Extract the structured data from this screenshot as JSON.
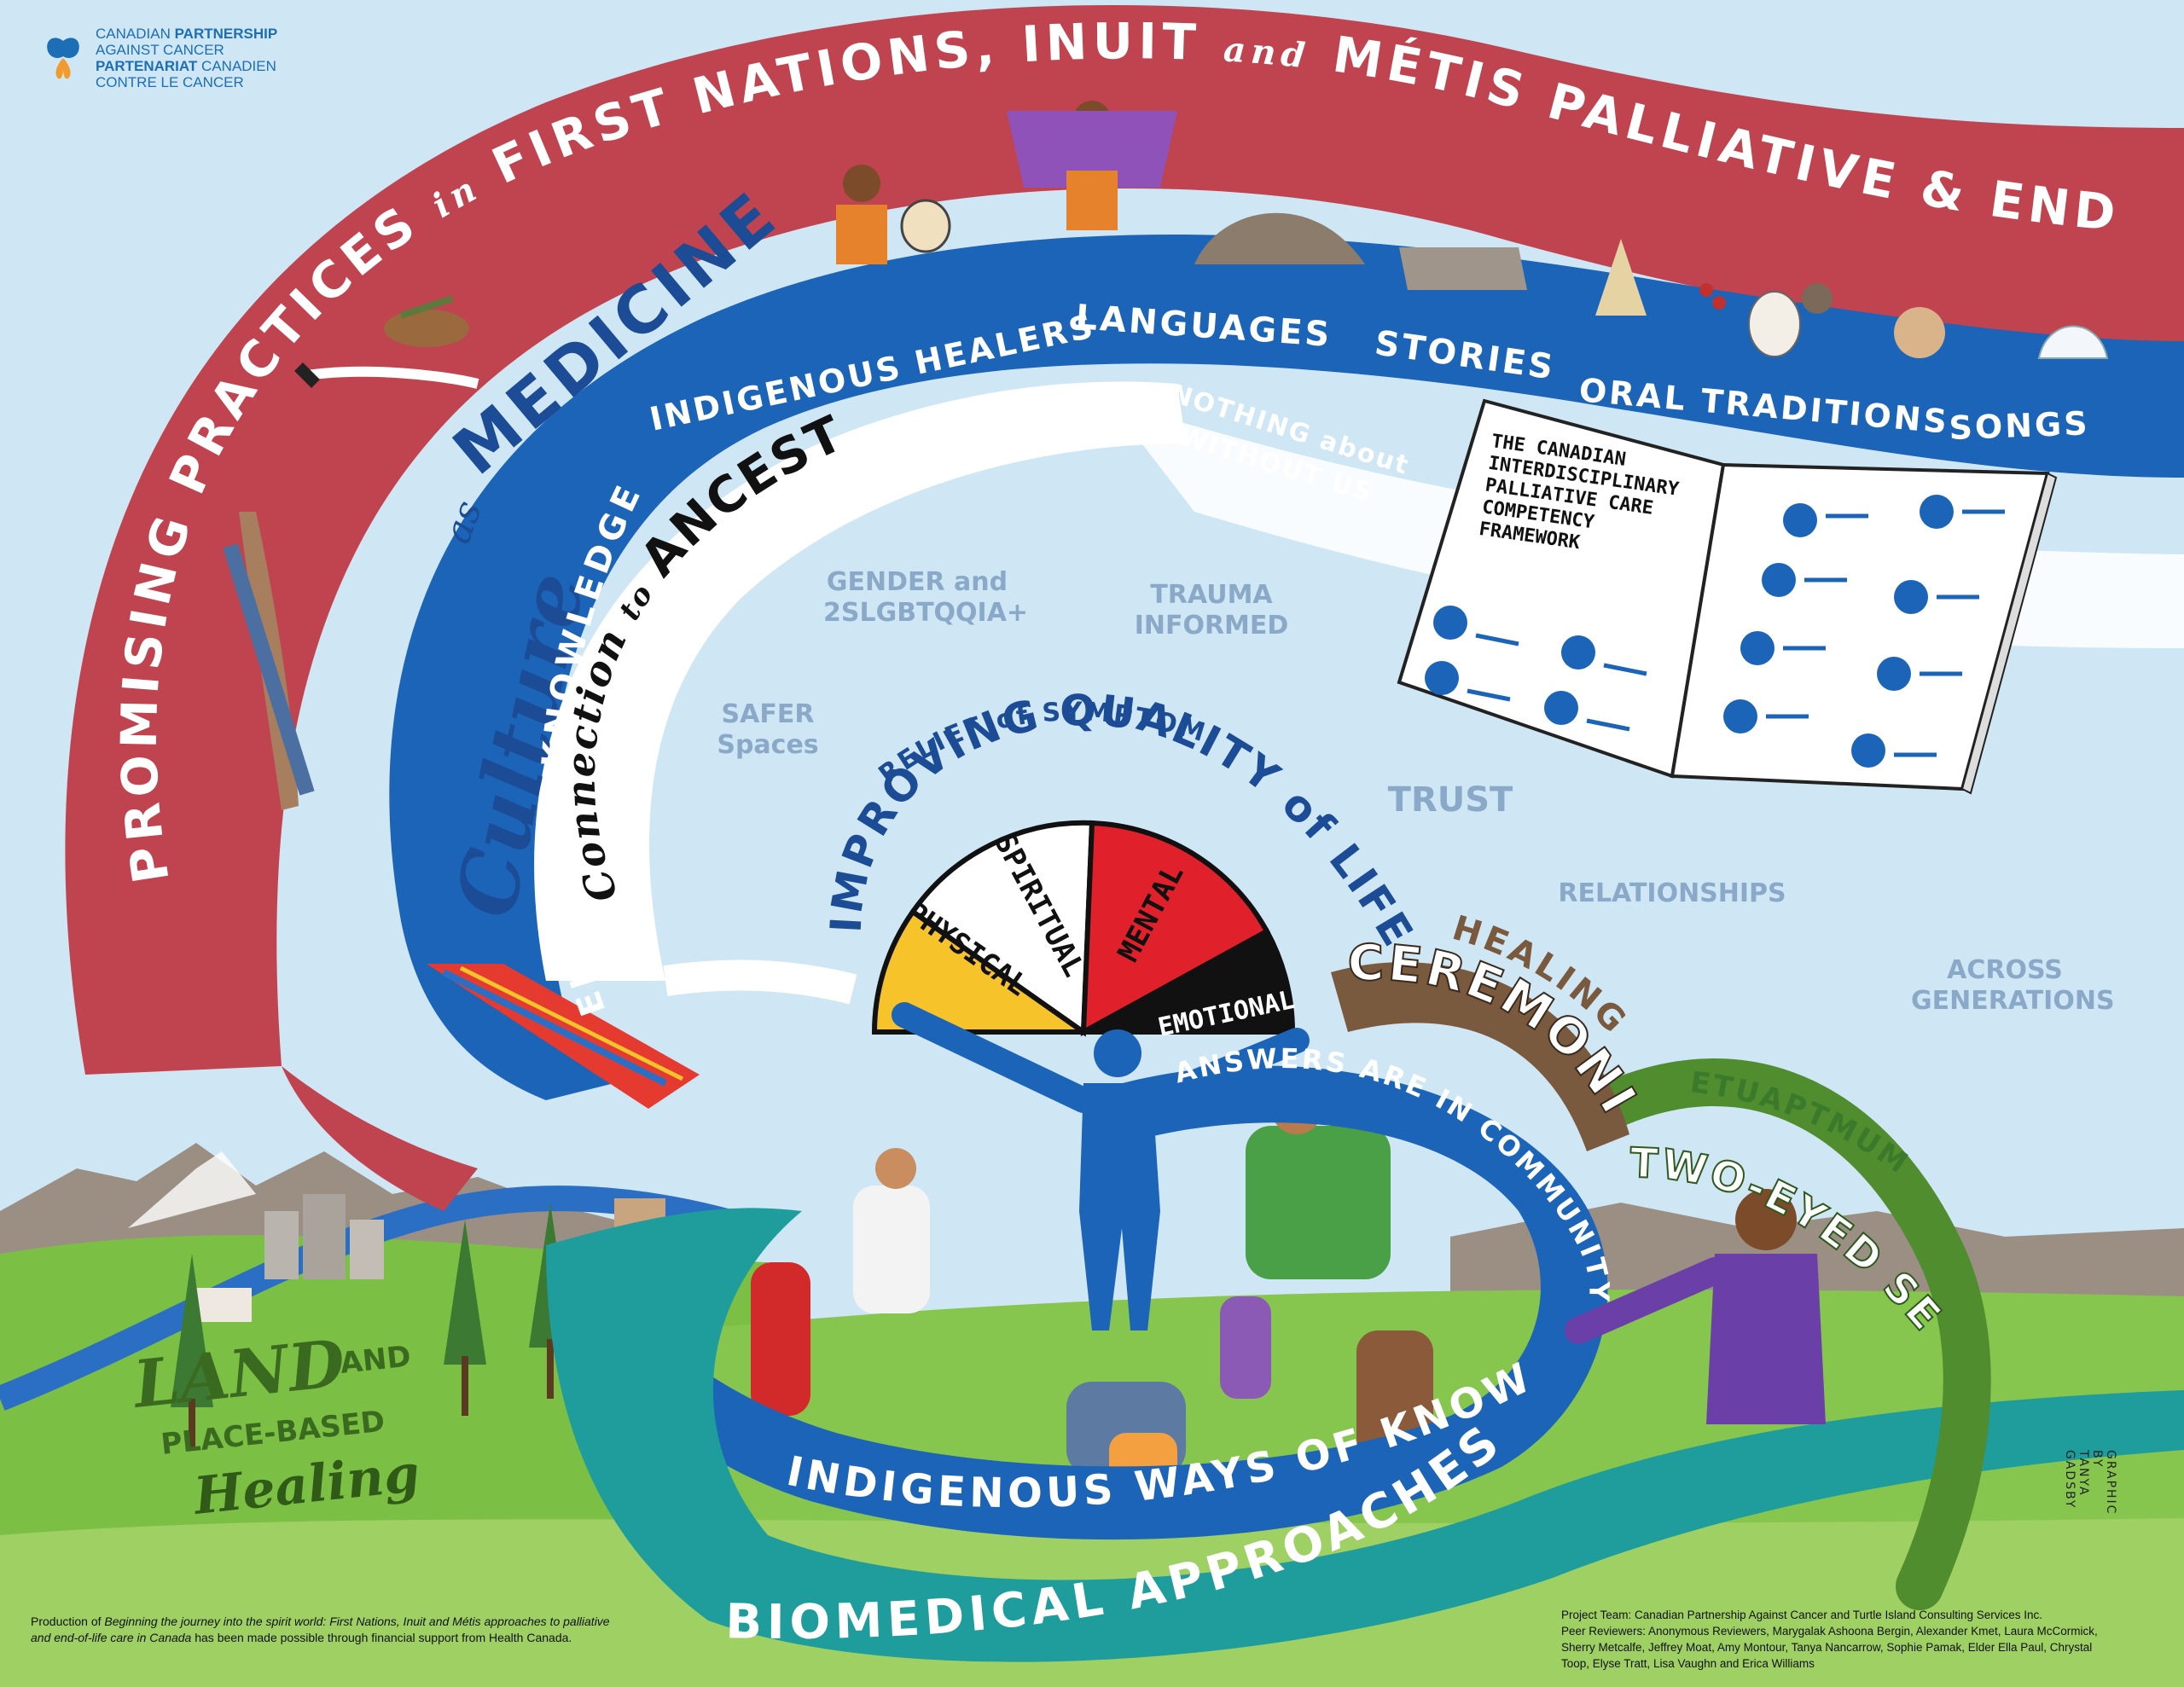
{
  "logo": {
    "en_line1_a": "CANADIAN",
    "en_line1_b": "PARTNERSHIP",
    "en_line2": "AGAINST CANCER",
    "fr_line1_a": "PARTENARIAT",
    "fr_line1_b": "CANADIEN",
    "fr_line2": "CONTRE LE CANCER"
  },
  "banner": {
    "part1": "PROMISING PRACTICES",
    "in": "in",
    "part2": "FIRST NATIONS, INUIT",
    "and": "and",
    "part3": "MÉTIS PALLIATIVE & END-OF-LIFE CARE"
  },
  "culture": {
    "culture": "Culture",
    "as": "as",
    "medicine": "MEDICINE"
  },
  "blue_ribbon": {
    "items": [
      "INDIGENOUS HEALERS",
      "LANGUAGES",
      "STORIES",
      "ORAL TRADITIONS",
      "SONGS"
    ],
    "elders": "ELDERS & KNOWLEDGE CARRIERS",
    "nothing": "NOTHING about us",
    "without": "WITHOUT US"
  },
  "white_ribbon": {
    "connection": "Connection",
    "to": "to",
    "ancestors": "ANCESTORS"
  },
  "floating": {
    "gender_1": "GENDER and",
    "gender_2": "2SLGBTQQIA+",
    "trauma_1": "TRAUMA",
    "trauma_2": "INFORMED",
    "safer_1": "SAFER",
    "safer_2": "Spaces",
    "trust": "TRUST",
    "relationships": "RELATIONSHIPS",
    "across_1": "ACROSS",
    "across_2": "GENERATIONS"
  },
  "book": {
    "title": [
      "THE CANADIAN",
      "INTERDISCIPLINARY",
      "PALLIATIVE CARE",
      "COMPETENCY",
      "FRAMEWORK"
    ]
  },
  "wheel": {
    "relief": "RELIEF of SYMPTOMS",
    "improving": "IMPROVING QUALITY of LIFE",
    "segments": [
      {
        "label": "PHYSICAL",
        "color": "#f6c42a"
      },
      {
        "label": "SPIRITUAL",
        "color": "#ffffff"
      },
      {
        "label": "MENTAL",
        "color": "#e0202a"
      },
      {
        "label": "EMOTIONAL",
        "color": "#111111"
      }
    ]
  },
  "healing": {
    "healing": "HEALING",
    "ceremonies": "CEREMONIES"
  },
  "community": "ANSWERS ARE IN COMMUNITY",
  "etuaptmumk": "ETUAPTMUMK",
  "two_eyed": "TWO-EYED SEEING",
  "land": {
    "land": "LAND",
    "and": "AND",
    "place": "PLACE-BASED",
    "healing": "Healing"
  },
  "ways": "INDIGENOUS WAYS OF KNOWING",
  "biomedical": "BIOMEDICAL APPROACHES",
  "credit": "GRAPHIC BY TANYA GADSBY",
  "footer_left": {
    "lead": "Production of ",
    "title": "Beginning the journey into the spirit world: First Nations, Inuit and Métis approaches to palliative and end-of-life care in Canada",
    "tail": " has been made possible through financial support from Health Canada."
  },
  "footer_right": {
    "team": "Project Team: Canadian Partnership Against Cancer and Turtle Island Consulting Services Inc.",
    "reviewers": "Peer Reviewers: Anonymous Reviewers, Marygalak Ashoona Bergin, Alexander Kmet, Laura McCormick, Sherry Metcalfe, Jeffrey Moat, Amy Montour, Tanya Nancarrow, Sophie Pamak, Elder Ella Paul, Chrystal Toop, Elyse Tratt, Lisa Vaughn and Erica Williams"
  },
  "colors": {
    "sky": "#cfe6f4",
    "red_ribbon": "#c0444f",
    "blue_ribbon": "#1b64b7",
    "teal_ribbon": "#1f9c9c",
    "grass": "#7cbf45",
    "mountain": "#9b8f84"
  }
}
